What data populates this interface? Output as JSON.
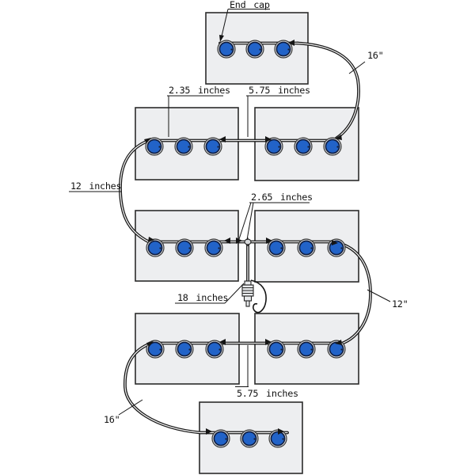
{
  "diagram": {
    "title": "light-string-panel-wiring-diagram",
    "background": "#ffffff",
    "colors": {
      "panel_fill": "#edeef0",
      "panel_border": "#2b2b2b",
      "socket_ring": "#d7d9db",
      "bulb_blue": "#2263c8",
      "bulb_border": "#0e1b3d",
      "cable": "#151515",
      "text": "#111111"
    },
    "annotations": {
      "end_cap": "End cap",
      "socket_spacing": "2.35 inches",
      "panel_gap_top": "5.75 inches",
      "left_jumper": "12 inches",
      "connector_spacing": "2.65 inches",
      "plug_lead": "18 inches",
      "jumper_top_right": "16\"",
      "jumper_right": "12\"",
      "panel_gap_bottom": "5.75 inches",
      "jumper_bottom_left": "16\""
    },
    "panels": [
      {
        "id": "panel-top",
        "sockets": 3
      },
      {
        "id": "panel-row2-left",
        "sockets": 3
      },
      {
        "id": "panel-row2-right",
        "sockets": 3
      },
      {
        "id": "panel-row3-left",
        "sockets": 3
      },
      {
        "id": "panel-row3-right",
        "sockets": 3
      },
      {
        "id": "panel-row4-left",
        "sockets": 3
      },
      {
        "id": "panel-row4-right",
        "sockets": 3
      },
      {
        "id": "panel-bottom",
        "sockets": 3
      }
    ],
    "parts": {
      "connector": "inline-connector",
      "plug": "power-plug-with-pigtail"
    }
  }
}
